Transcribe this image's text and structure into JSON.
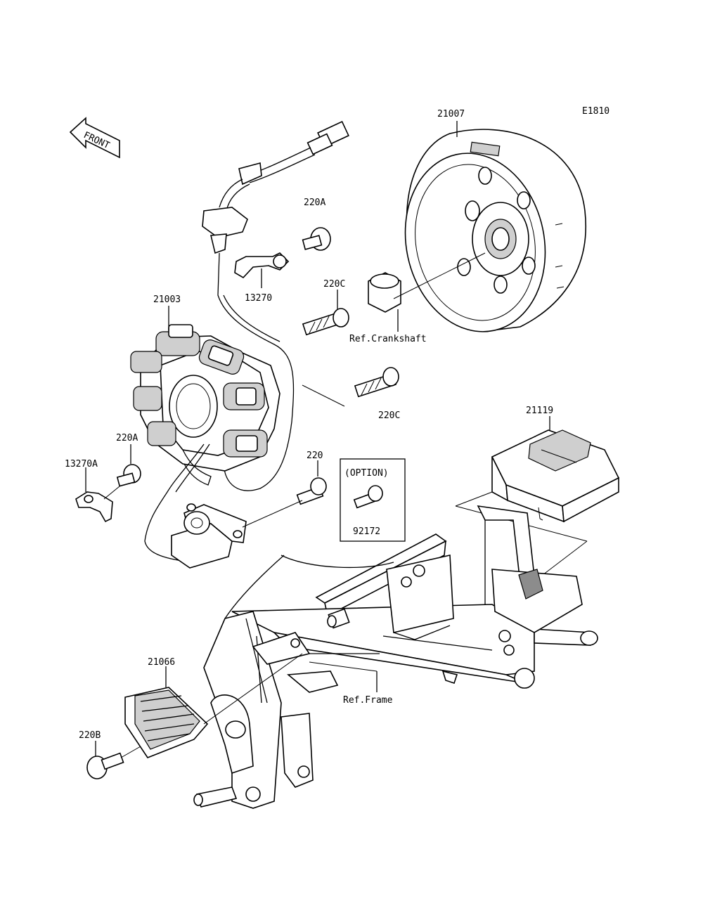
{
  "diagram_code": "E1810",
  "front_indicator": "FRONT",
  "parts": {
    "flywheel": "21007",
    "stator": "21003",
    "bolt_220A_top": "220A",
    "bolt_220C_top": "220C",
    "bolt_220C_lower": "220C",
    "plate_13270": "13270",
    "ref_crankshaft": "Ref.Crankshaft",
    "igniter": "21119",
    "bolt_220A_left": "220A",
    "plate_13270A": "13270A",
    "bolt_220": "220",
    "option_label": "(OPTION)",
    "option_part": "92172",
    "regulator": "21066",
    "bolt_220B": "220B",
    "ref_frame": "Ref.Frame"
  }
}
